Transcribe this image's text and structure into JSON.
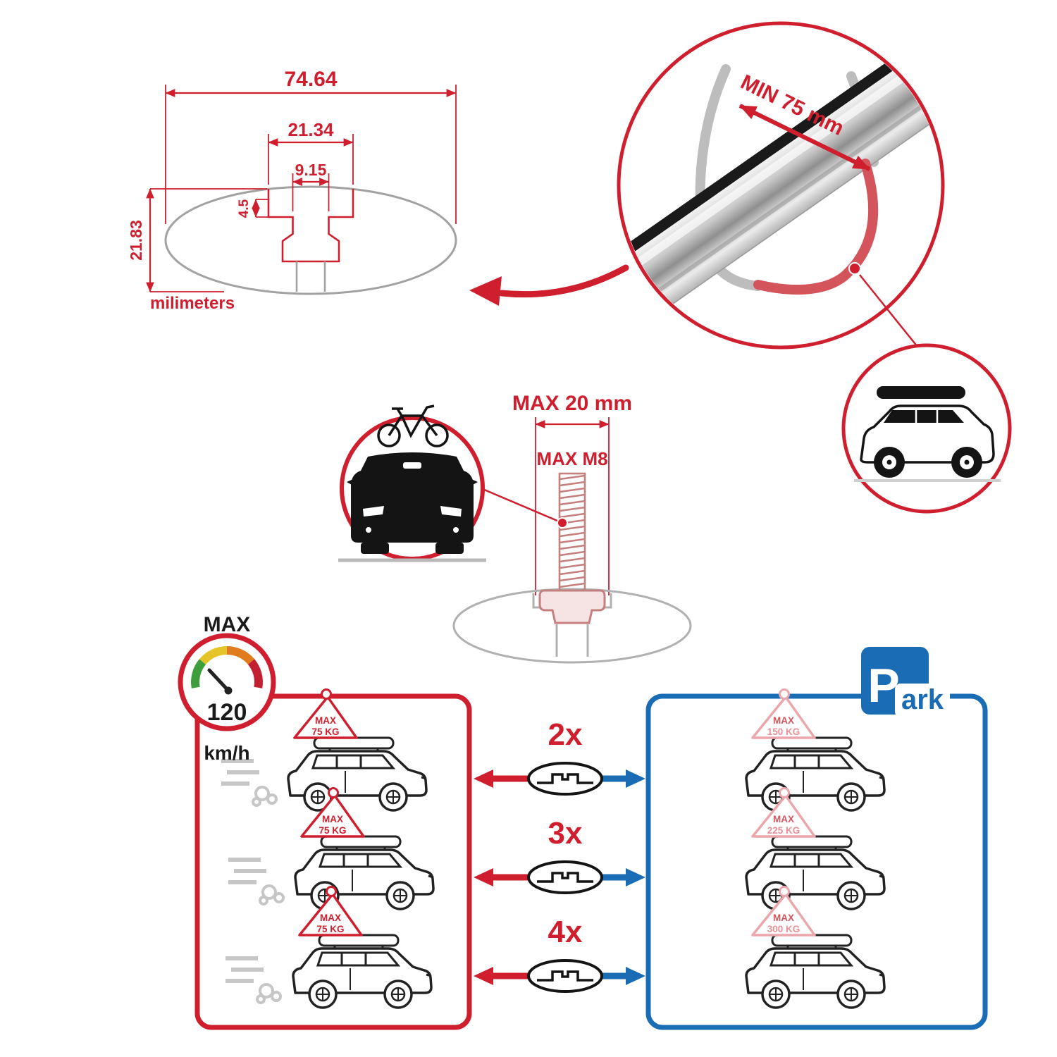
{
  "colors": {
    "red": "#cf1f2e",
    "blue": "#1a6cb5",
    "gray_profile": "#a2a2a1",
    "pink": "#eba6ab",
    "black": "#1a1a1a"
  },
  "dimensions": {
    "total_width": "74.64",
    "slot_outer_width": "21.34",
    "slot_inner_width": "9.15",
    "lip_depth": "4.5",
    "total_height": "21.83",
    "units_label": "milimeters"
  },
  "clamp": {
    "min_label": "MIN 75 mm"
  },
  "bolt": {
    "max_width_label": "MAX 20 mm",
    "thread_label": "MAX M8"
  },
  "speed": {
    "max_label": "MAX",
    "value": "120",
    "units": "km/h"
  },
  "park": {
    "letter": "P",
    "rest": "ark"
  },
  "driving_cars": [
    {
      "flag_line1": "MAX",
      "flag_line2": "75 KG"
    },
    {
      "flag_line1": "MAX",
      "flag_line2": "75 KG"
    },
    {
      "flag_line1": "MAX",
      "flag_line2": "75 KG"
    }
  ],
  "parked_cars": [
    {
      "flag_line1": "MAX",
      "flag_line2": "150 KG"
    },
    {
      "flag_line1": "MAX",
      "flag_line2": "225 KG"
    },
    {
      "flag_line1": "MAX",
      "flag_line2": "300 KG"
    }
  ],
  "multipliers": [
    {
      "label": "2x"
    },
    {
      "label": "3x"
    },
    {
      "label": "4x"
    }
  ]
}
